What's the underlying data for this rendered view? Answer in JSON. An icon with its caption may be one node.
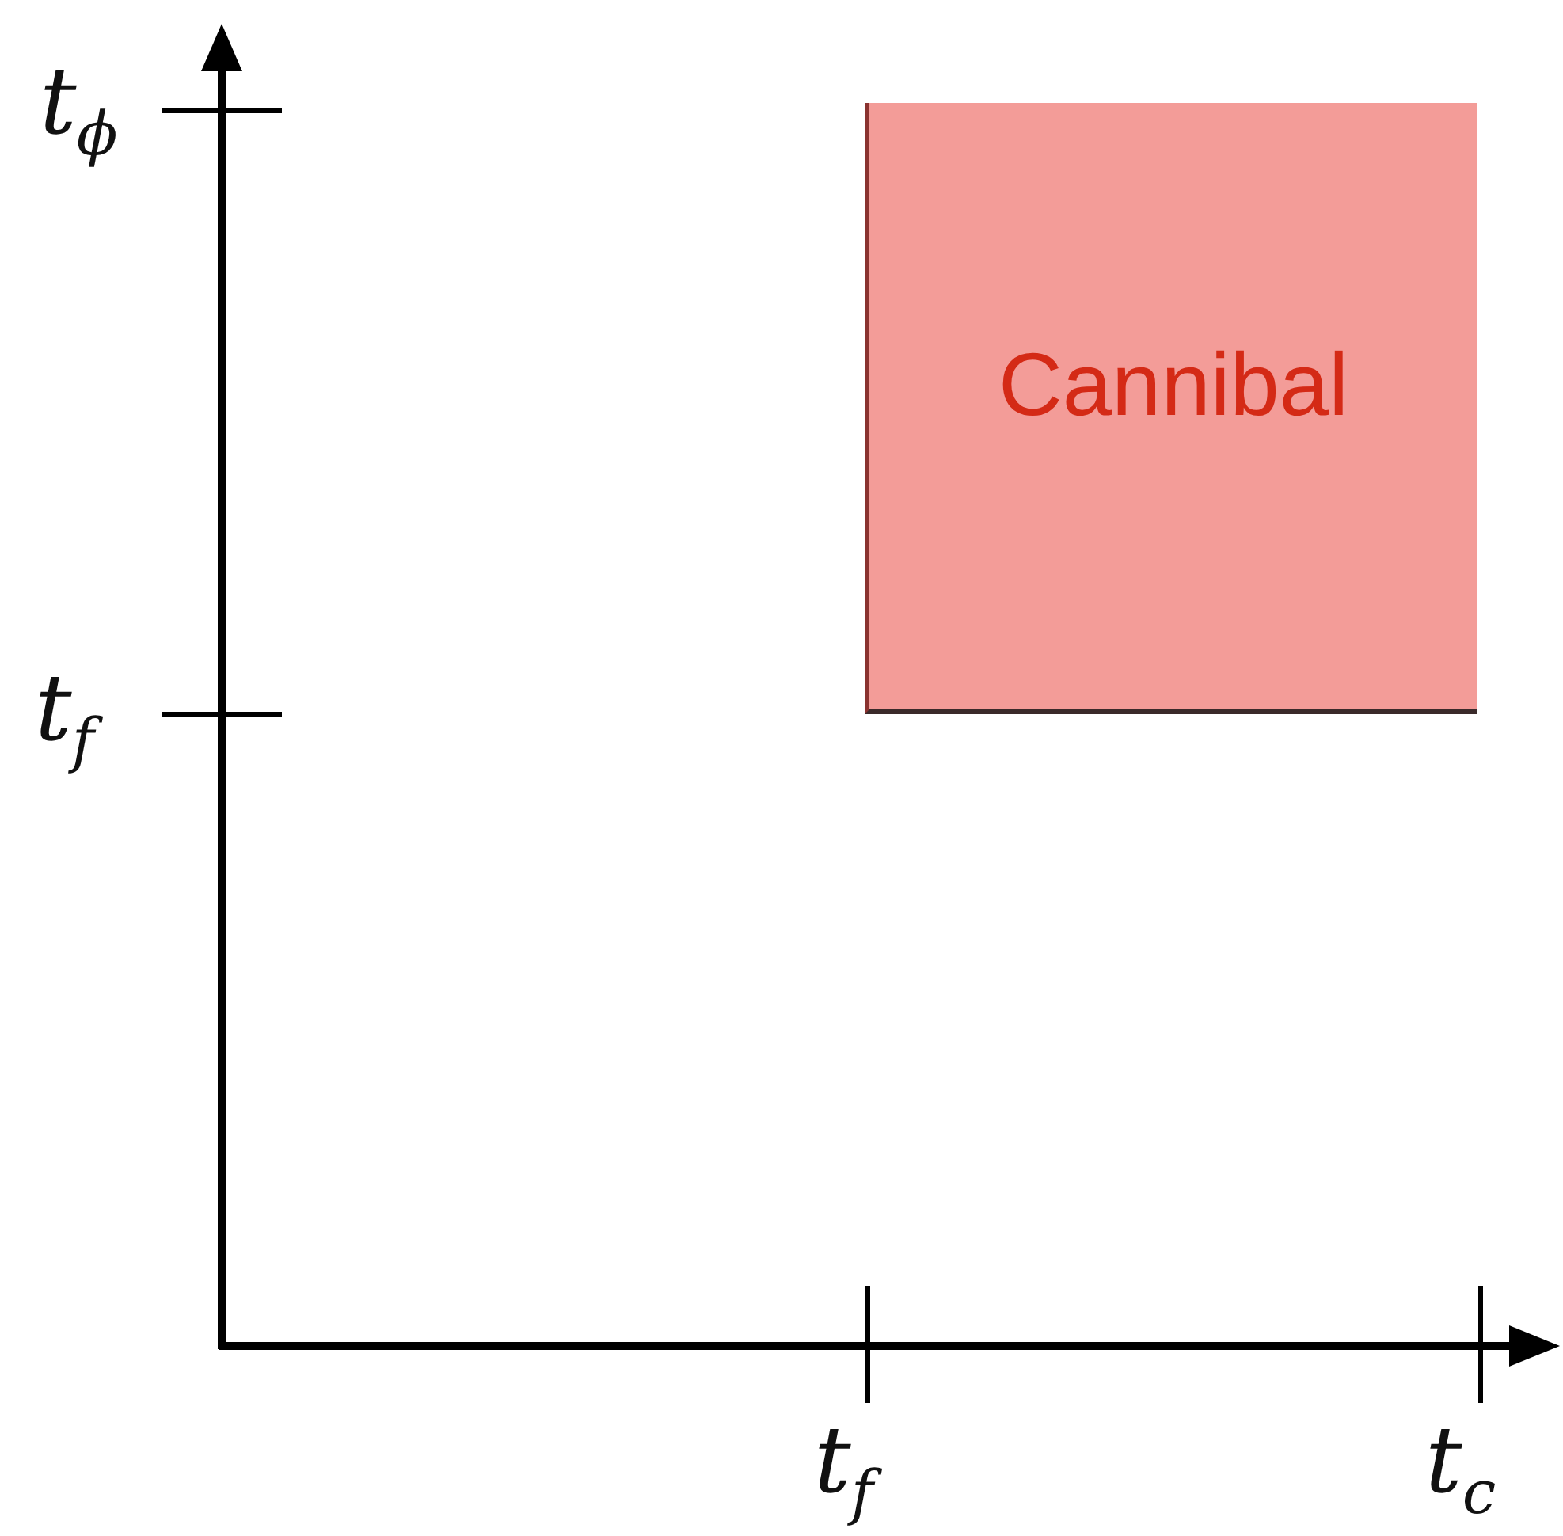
{
  "diagram": {
    "nodes": [
      {
        "text": [
          "Cannibal"
        ]
      }
    ],
    "labels": [
      "t$_{ϕ}$",
      "t$_{f}$",
      "t$_{f}$",
      "t$_{c}$"
    ]
  }
}
